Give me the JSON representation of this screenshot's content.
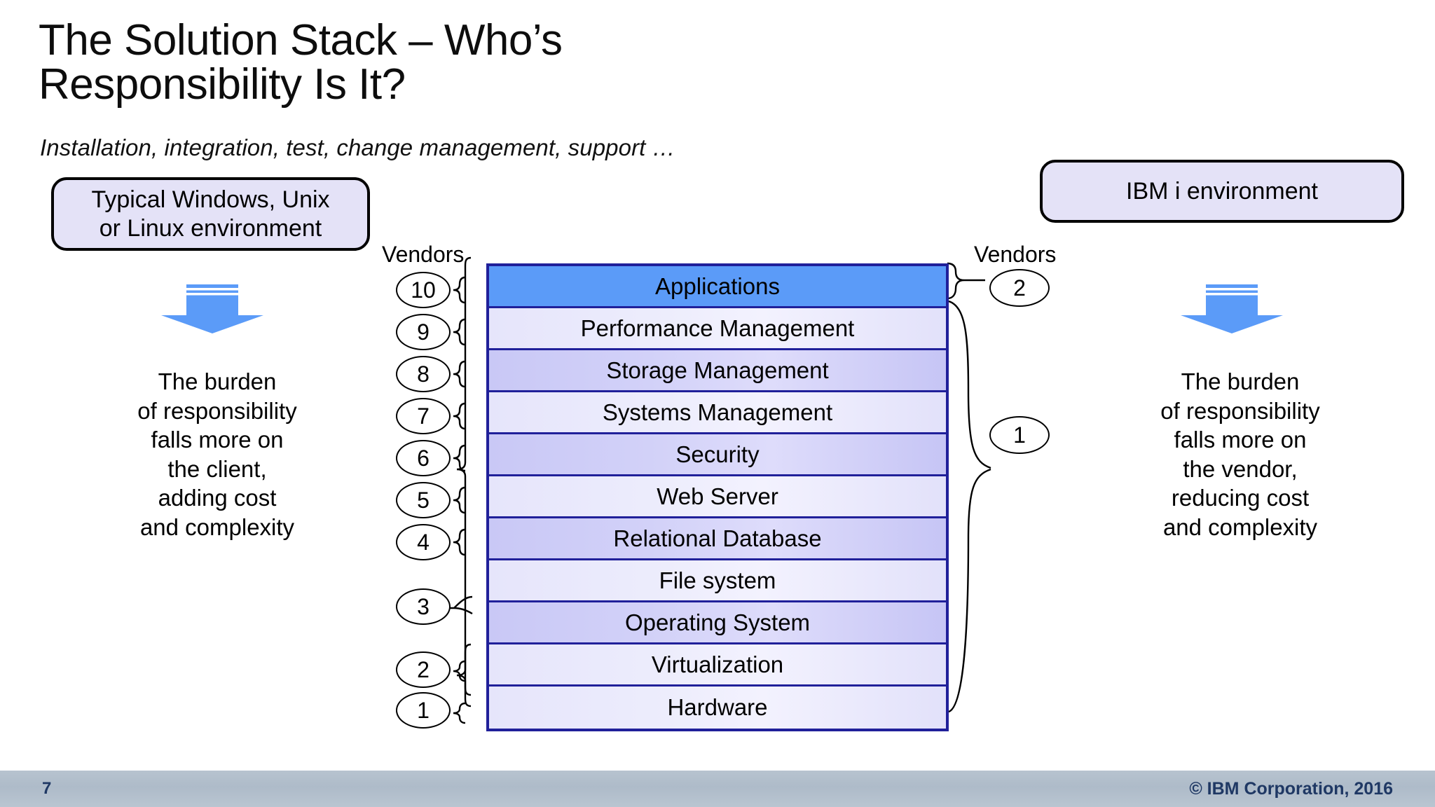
{
  "slide": {
    "title_line1": "The Solution Stack – Who’s",
    "title_line2": "Responsibility Is It?",
    "subtitle": "Installation, integration, test, change management, support …"
  },
  "left_panel": {
    "callout_line1": "Typical Windows, Unix",
    "callout_line2": "or Linux environment",
    "arrow_icon": "down-arrow-icon",
    "burden_lines": [
      "The burden",
      "of responsibility",
      "falls more on",
      "the client,",
      "adding cost",
      "and complexity"
    ],
    "vendors_label": "Vendors",
    "vendor_numbers": [
      "10",
      "9",
      "8",
      "7",
      "6",
      "5",
      "4",
      "3",
      "2",
      "1"
    ]
  },
  "right_panel": {
    "callout": "IBM i environment",
    "arrow_icon": "down-arrow-icon",
    "burden_lines": [
      "The burden",
      "of responsibility",
      "falls more on",
      "the vendor,",
      "reducing cost",
      "and complexity"
    ],
    "vendors_label": "Vendors",
    "vendor_numbers": [
      "2",
      "1"
    ]
  },
  "stack": {
    "layers": [
      {
        "label": "Applications",
        "style": "top"
      },
      {
        "label": "Performance Management",
        "style": "lt"
      },
      {
        "label": "Storage Management",
        "style": "dk"
      },
      {
        "label": "Systems Management",
        "style": "lt"
      },
      {
        "label": "Security",
        "style": "dk"
      },
      {
        "label": "Web Server",
        "style": "lt"
      },
      {
        "label": "Relational Database",
        "style": "dk"
      },
      {
        "label": "File system",
        "style": "lt"
      },
      {
        "label": "Operating System",
        "style": "dk"
      },
      {
        "label": "Virtualization",
        "style": "lt"
      },
      {
        "label": "Hardware",
        "style": "lt"
      }
    ]
  },
  "footer": {
    "page_number": "7",
    "copyright": "© IBM Corporation, 2016"
  },
  "colors": {
    "accent_blue": "#5b9bf8",
    "stack_border": "#20209a",
    "callout_fill": "#e4e2f7",
    "footer_bg": "#aebbc9",
    "footer_text": "#1f3864"
  }
}
